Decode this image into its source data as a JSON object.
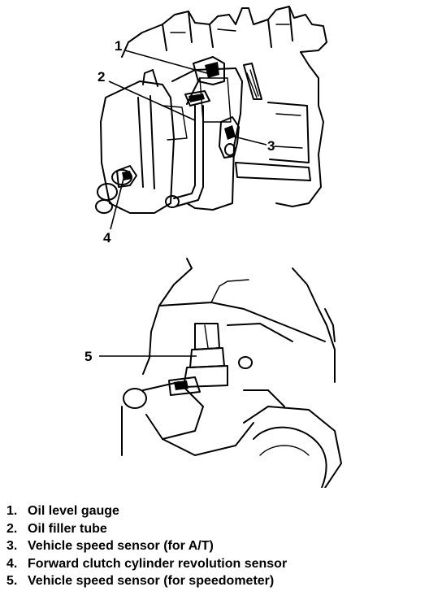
{
  "callouts": [
    "1",
    "2",
    "3",
    "4",
    "5"
  ],
  "legend": [
    {
      "num": "1.",
      "text": "Oil level gauge"
    },
    {
      "num": "2.",
      "text": "Oil filler tube"
    },
    {
      "num": "3.",
      "text": "Vehicle speed sensor (for A/T)"
    },
    {
      "num": "4.",
      "text": "Forward clutch cylinder revolution sensor"
    },
    {
      "num": "5.",
      "text": "Vehicle speed sensor (for speedometer)"
    }
  ]
}
